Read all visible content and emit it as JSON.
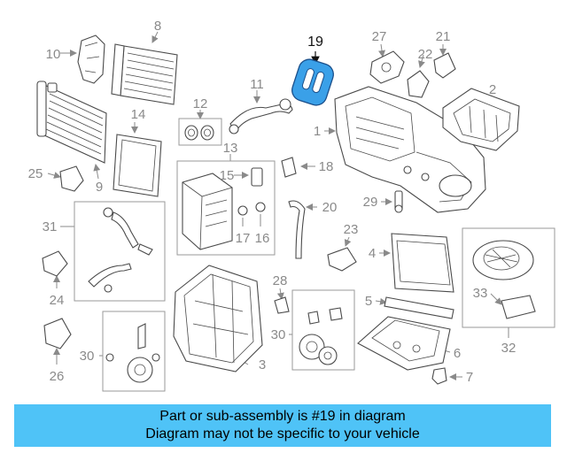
{
  "callouts": [
    "19",
    "8",
    "10",
    "27",
    "21",
    "22",
    "2",
    "11",
    "12",
    "14",
    "1",
    "18",
    "13",
    "15",
    "25",
    "9",
    "29",
    "20",
    "31",
    "17",
    "16",
    "23",
    "4",
    "28",
    "33",
    "24",
    "5",
    "30",
    "3",
    "26",
    "6",
    "7",
    "32"
  ],
  "highlight_callout": "19",
  "colors": {
    "banner": "#4fc3f7",
    "highlight_part": "#3aa0e8",
    "label": "#8a8a8a",
    "line_art": "#4a4a4a"
  },
  "banner": {
    "line1": "Part or sub-assembly is #19 in diagram",
    "line2": "Diagram may not be specific to your vehicle"
  }
}
